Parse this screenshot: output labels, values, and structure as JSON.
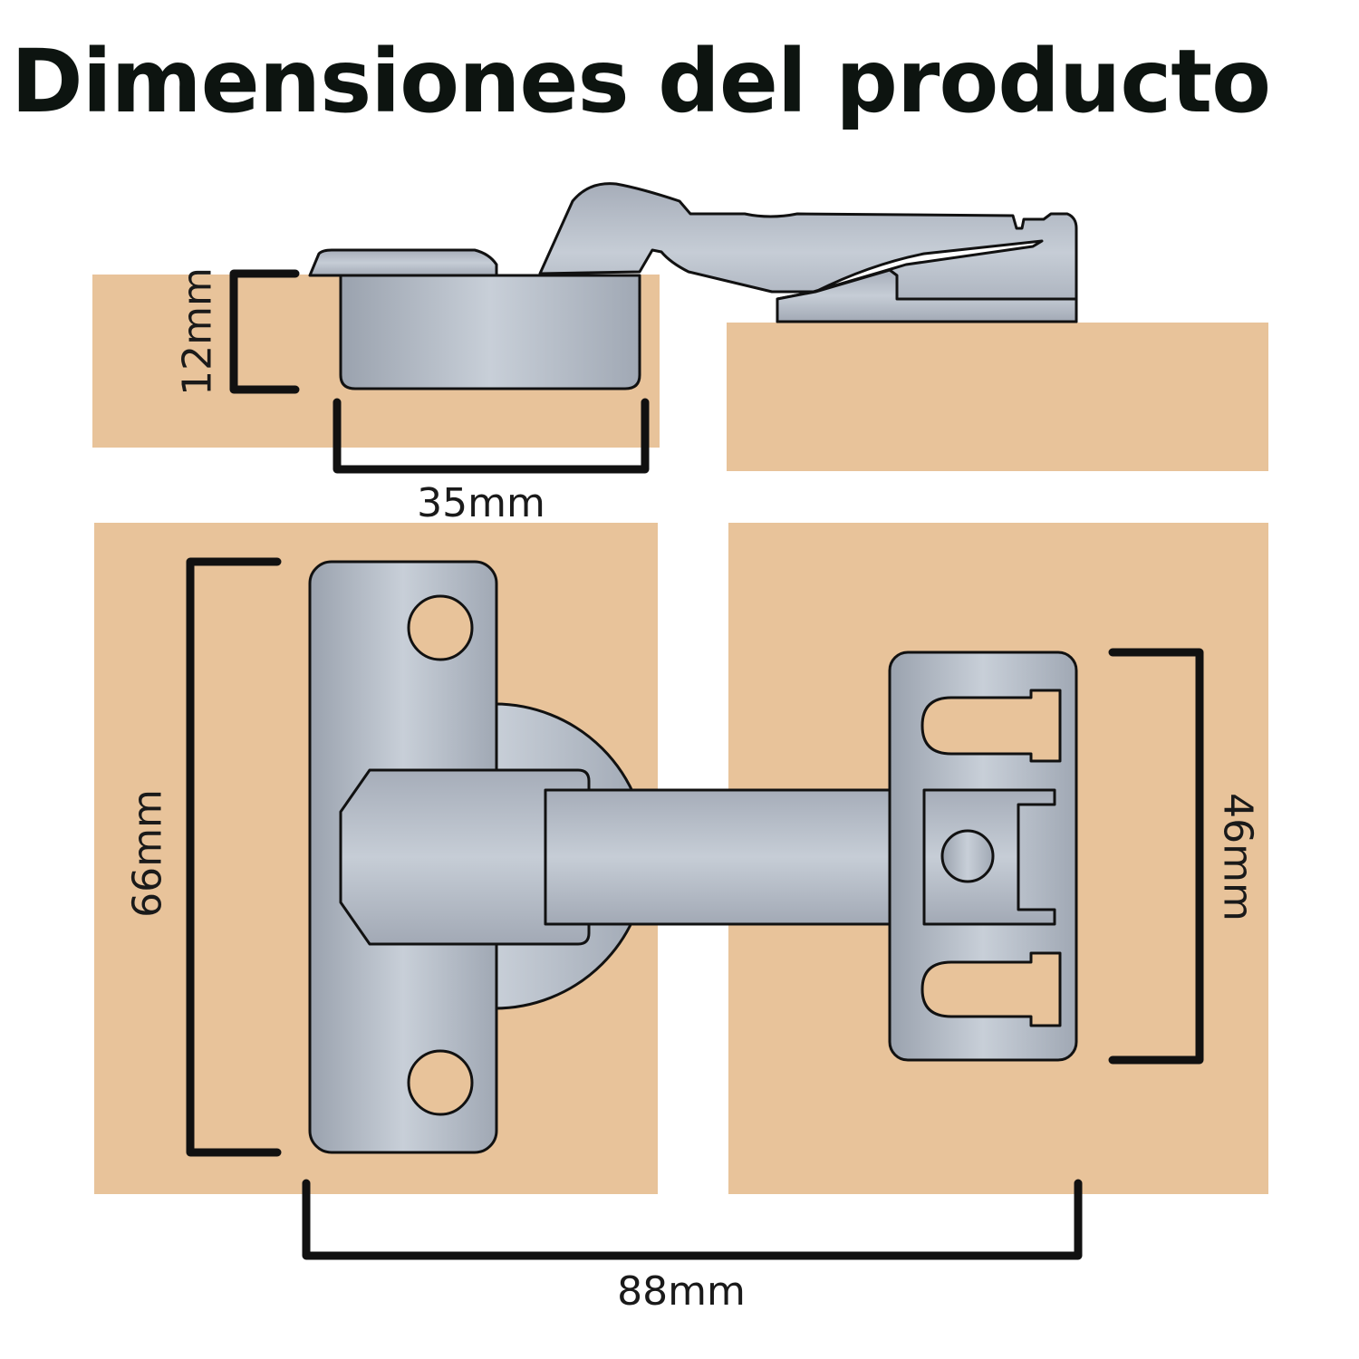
{
  "title": "Dimensiones del producto",
  "dimensions": {
    "cup_depth": "12mm",
    "cup_diameter": "35mm",
    "arm_height": "66mm",
    "plate_height": "46mm",
    "total_width": "88mm"
  },
  "colors": {
    "wood": "#e8c39a",
    "metal": "#b5bcc8",
    "metal_light": "#c9d0d9",
    "outline": "#111111",
    "title": "#0d1410"
  }
}
